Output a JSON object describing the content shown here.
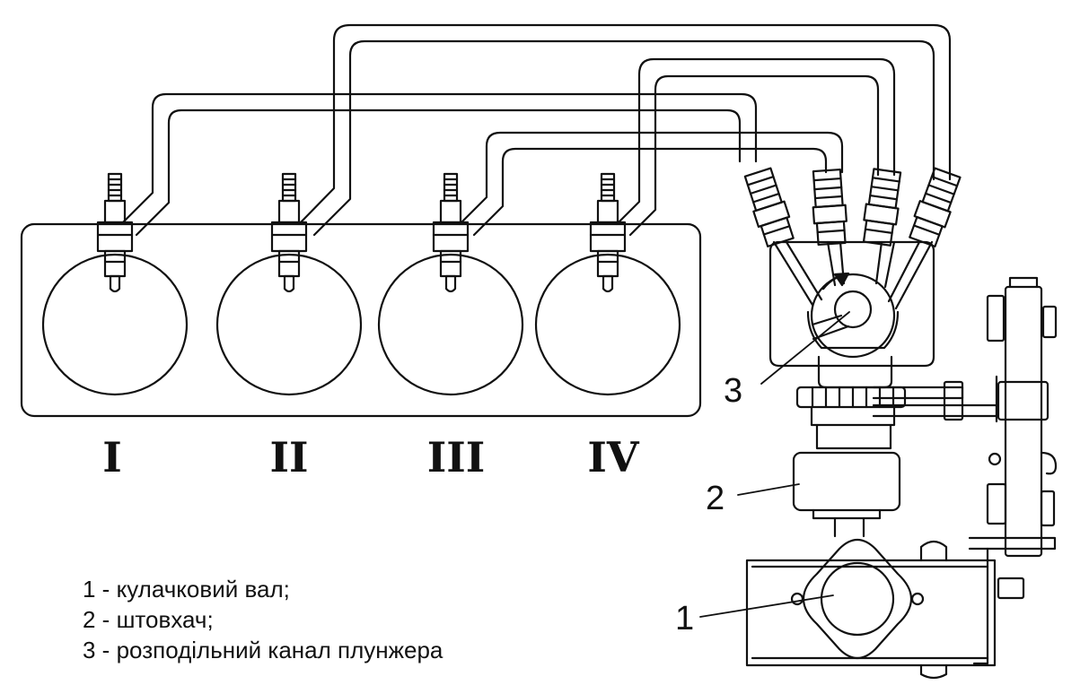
{
  "cylinders": [
    {
      "label": "I"
    },
    {
      "label": "II"
    },
    {
      "label": "III"
    },
    {
      "label": "IV"
    }
  ],
  "callouts": [
    {
      "number": "1"
    },
    {
      "number": "2"
    },
    {
      "number": "3"
    }
  ],
  "legend": [
    "1 - кулачковий вал;",
    "2 - штовхач;",
    "3 - розподільний канал плунжера"
  ],
  "colors": {
    "line": "#111111",
    "background": "#ffffff"
  }
}
